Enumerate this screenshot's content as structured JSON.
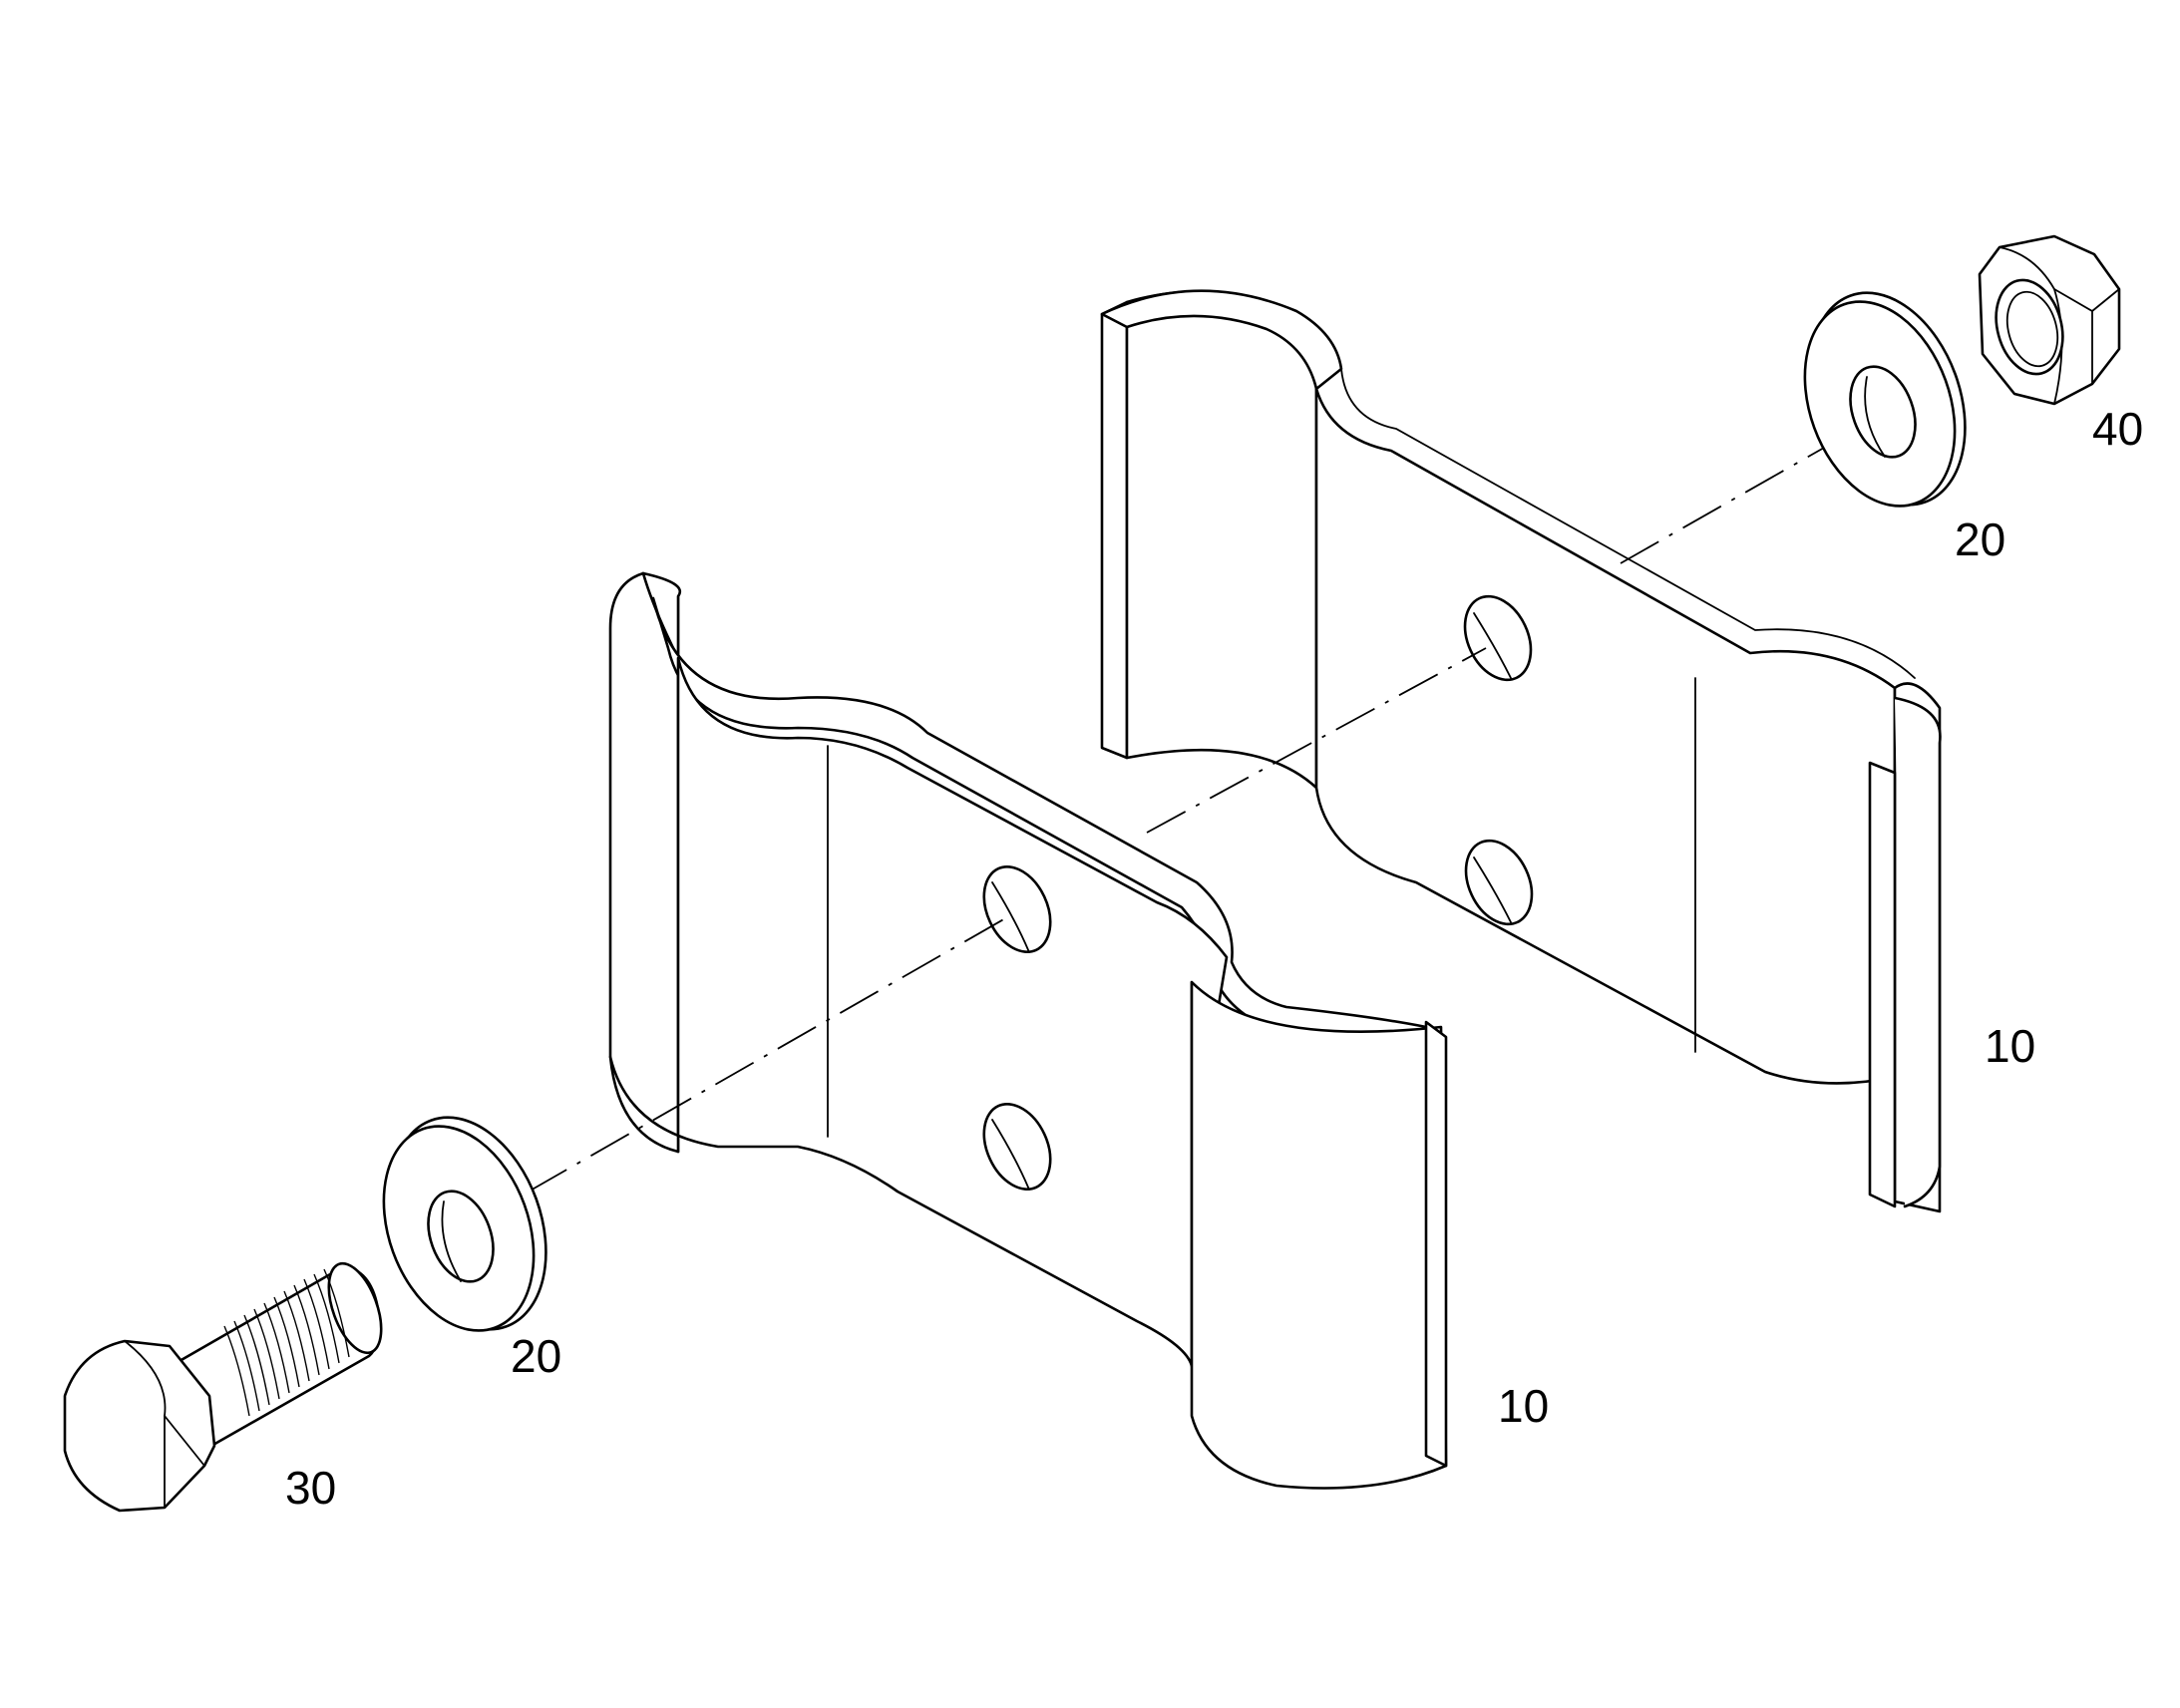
{
  "diagram": {
    "view": "exploded-assembly",
    "line_color": "#000000",
    "background": "#ffffff",
    "callouts": {
      "front_clamp": "10",
      "rear_clamp": "10",
      "front_washer": "20",
      "rear_washer": "20",
      "bolt": "30",
      "nut": "40"
    }
  }
}
